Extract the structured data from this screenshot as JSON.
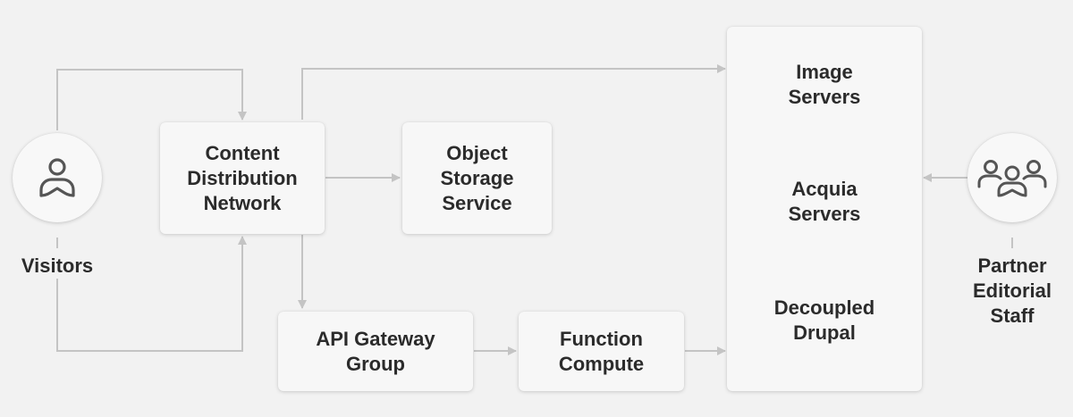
{
  "nodes": {
    "visitors": {
      "label": "Visitors",
      "icon": "person-icon"
    },
    "cdn": {
      "label": "Content\nDistribution\nNetwork"
    },
    "oss": {
      "label": "Object\nStorage\nService"
    },
    "api_gateway": {
      "label": "API Gateway\nGroup"
    },
    "function_compute": {
      "label": "Function\nCompute"
    },
    "servers": {
      "image_servers": "Image\nServers",
      "acquia_servers": "Acquia\nServers",
      "decoupled_drupal": "Decoupled\nDrupal"
    },
    "partner_staff": {
      "label": "Partner\nEditorial\nStaff",
      "icon": "group-icon"
    }
  },
  "colors": {
    "background": "#f2f2f2",
    "box": "#f7f7f7",
    "connector": "#c4c4c4",
    "text": "#2b2b2b",
    "icon": "#555555"
  }
}
